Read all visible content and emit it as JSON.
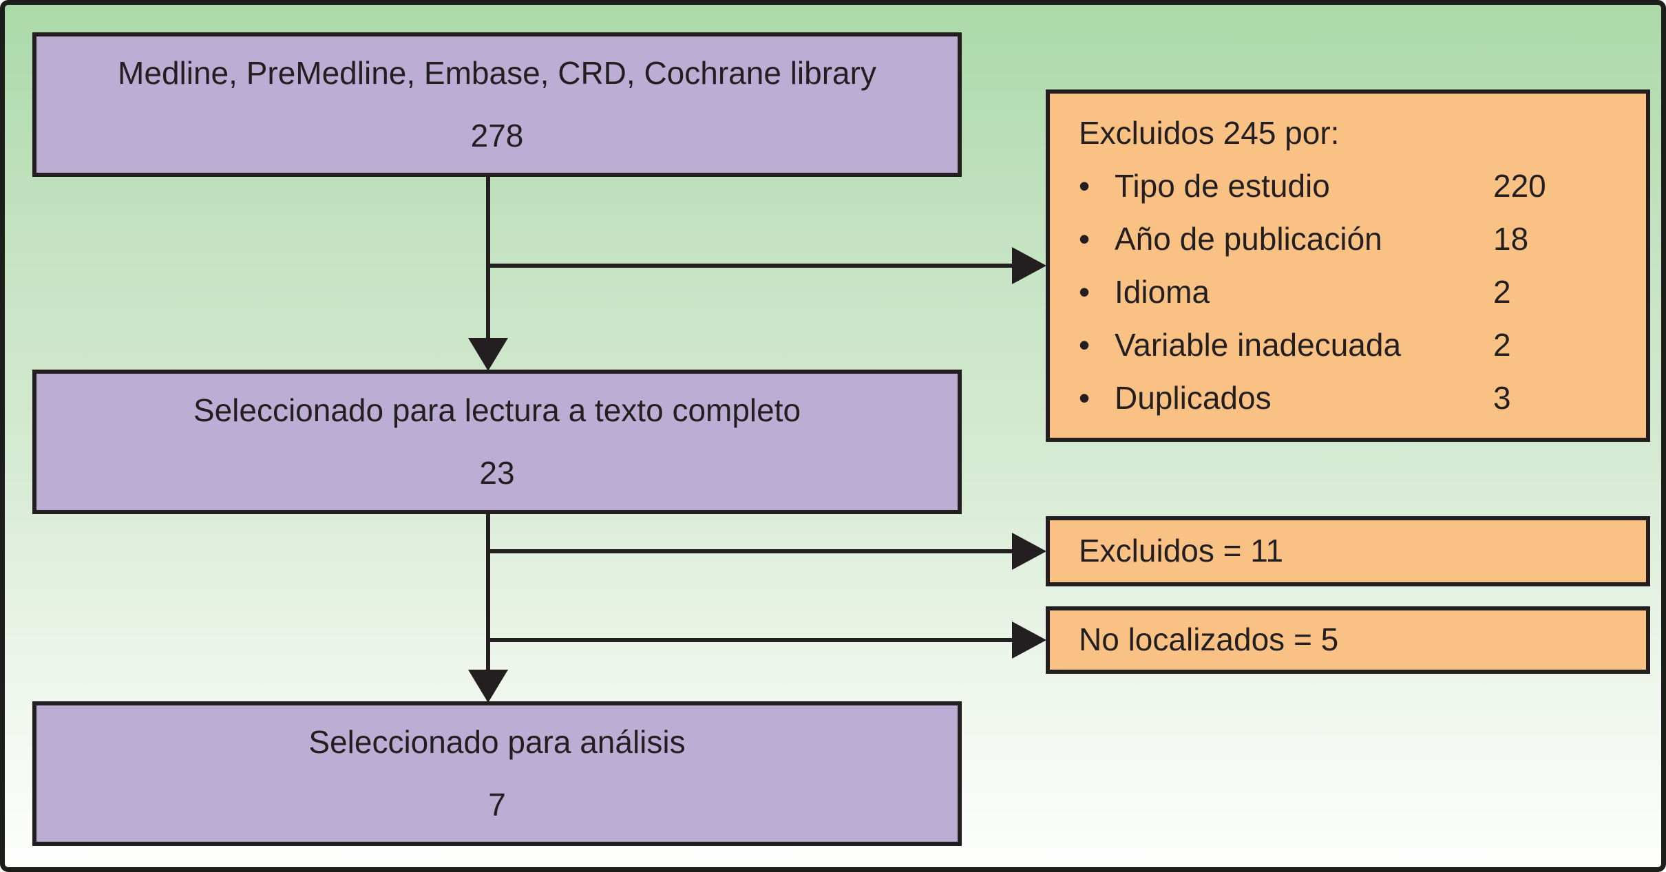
{
  "diagram": {
    "type": "flowchart",
    "language": "es",
    "colors": {
      "background_top": "#abd9a9",
      "background_bottom": "#fdfefd",
      "primary_box_fill": "#bcadd4",
      "secondary_box_fill": "#fac184",
      "line_and_text": "#231f20"
    },
    "main_flow": [
      {
        "label": "Medline, PreMedline, Embase, CRD, Cochrane library",
        "value": "278"
      },
      {
        "label": "Seleccionado para lectura a texto completo",
        "value": "23"
      },
      {
        "label": "Seleccionado para análisis",
        "value": "7"
      }
    ],
    "exclusion_detail": {
      "title": "Excluidos 245 por:",
      "bullet": "•",
      "items": [
        {
          "label": "Tipo de estudio",
          "value": "220"
        },
        {
          "label": "Año de publicación",
          "value": "18"
        },
        {
          "label": "Idioma",
          "value": "2"
        },
        {
          "label": "Variable inadecuada",
          "value": "2"
        },
        {
          "label": "Duplicados",
          "value": "3"
        }
      ]
    },
    "side_notes": [
      {
        "label": "Excluidos = 11"
      },
      {
        "label": "No localizados = 5"
      }
    ]
  }
}
